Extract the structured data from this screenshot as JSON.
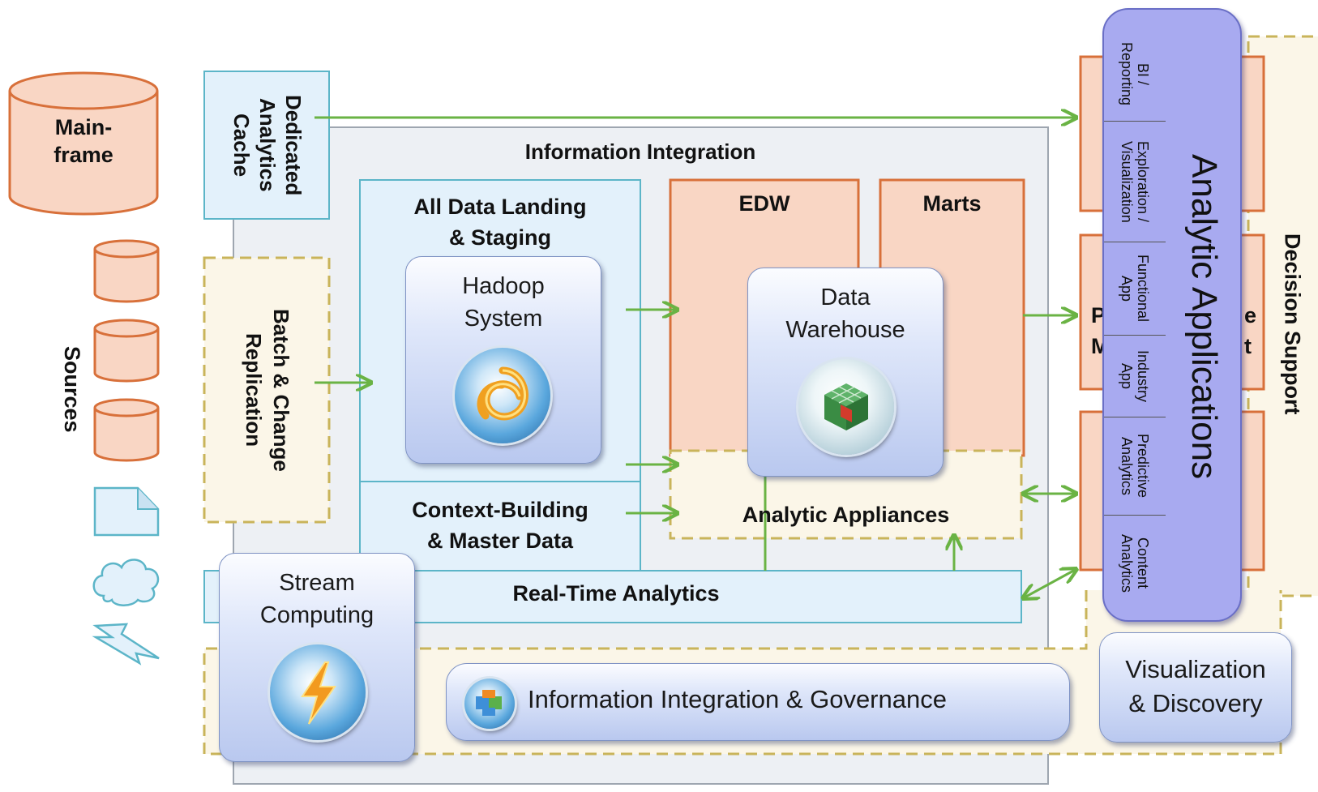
{
  "sources": {
    "mainframe": "Main-\nframe",
    "label": "Sources"
  },
  "left_column": {
    "cache": "Dedicated Analytics Cache",
    "replication": "Batch & Change Replication"
  },
  "information_integration": {
    "title": "Information Integration",
    "landing": "All Data Landing\n& Staging",
    "hadoop": "Hadoop\nSystem",
    "context": "Context-Building\n& Master Data",
    "edw": "EDW",
    "marts": "Marts",
    "data_warehouse": "Data\nWarehouse",
    "appliances": "Analytic Appliances",
    "realtime": "Real-Time Analytics"
  },
  "stream": "Stream\nComputing",
  "governance": "Information Integration & Governance",
  "analytic_apps": {
    "title": "Analytic Applications",
    "items": [
      "BI /\nReporting",
      "Exploration /\nVisualization",
      "Functional\nApp",
      "Industry\nApp",
      "Predictive\nAnalytics",
      "Content\nAnalytics"
    ]
  },
  "decision_support": "Decision Support",
  "visualization": "Visualization\n& Discovery",
  "obscured_fragments": {
    "left": "P\nM",
    "right": "e\nt"
  },
  "colors": {
    "source_fill": "#f9d6c4",
    "source_stroke": "#d8703a",
    "cache_fill": "#e3f1fb",
    "cache_stroke": "#5cb5c8",
    "dashed_fill": "#fbf6e8",
    "dashed_stroke": "#c9b45a",
    "arrow": "#6ab344",
    "analytic_apps": "#a8aaf0",
    "integration_bg": "#edf0f4"
  }
}
